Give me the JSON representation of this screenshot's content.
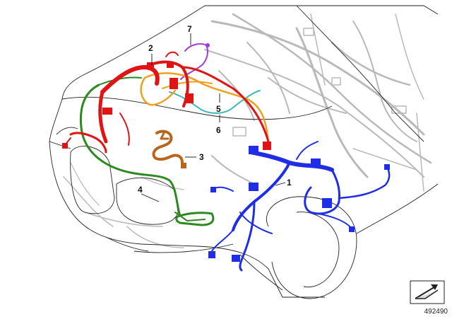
{
  "diagram": {
    "doc_number": "492490",
    "callouts": [
      {
        "id": "1",
        "label": "1"
      },
      {
        "id": "2",
        "label": "2"
      },
      {
        "id": "3",
        "label": "3"
      },
      {
        "id": "4",
        "label": "4"
      },
      {
        "id": "5",
        "label": "5"
      },
      {
        "id": "6",
        "label": "6"
      },
      {
        "id": "7",
        "label": "7"
      }
    ],
    "colors": {
      "harness_1": "#1f2ee6",
      "harness_2": "#e01414",
      "harness_3": "#b8651e",
      "harness_4": "#2a8a1e",
      "harness_5": "#3fb7b5",
      "harness_6": "#f0a020",
      "harness_7": "#9b3fd6",
      "body_outline": "#222222",
      "ghost_wiring": "#b9b9b9"
    },
    "icons": [
      "direction-arrow-icon"
    ]
  }
}
